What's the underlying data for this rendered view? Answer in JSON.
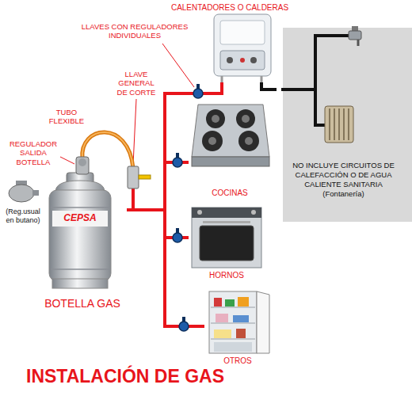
{
  "diagram": {
    "title": "INSTALACIÓN DE GAS",
    "nodes": [
      {
        "text": [
          "CALENTADORES O CALDERAS"
        ]
      },
      {
        "text": [
          "NO INCLUYE CIRCUITOS DE CALEFACCIÓN O DE AGUA CALIENTE SANITARIA (Fontanería)"
        ]
      },
      {
        "text": [
          "COCINAS"
        ]
      },
      {
        "text": [
          "BOTELLA GAS"
        ]
      },
      {
        "text": [
          "HORNOS"
        ]
      },
      {
        "text": [
          "OTROS"
        ]
      }
    ],
    "edges": [
      {
        "from": 3,
        "to": 0,
        "arrow": "none"
      },
      {
        "from": 3,
        "to": 2,
        "arrow": "none"
      },
      {
        "from": 3,
        "to": 4,
        "arrow": "none"
      },
      {
        "from": 3,
        "to": 5,
        "arrow": "none"
      },
      {
        "from": 0,
        "to": 1,
        "arrow": "none"
      }
    ],
    "labels": [
      "LLAVES CON REGULADORES INDIVIDUALES",
      "LLAVE GENERAL DE CORTE",
      "TUBO FLEXIBLE",
      "REGULADOR SALIDA BOTELLA",
      "(Reg.usual en butano)",
      "CEPSA"
    ]
  }
}
